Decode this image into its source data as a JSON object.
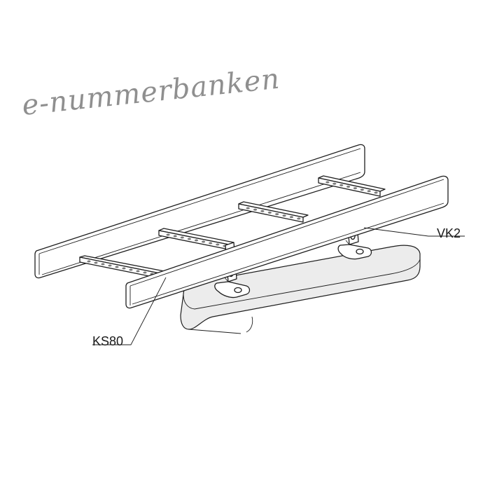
{
  "watermark": {
    "text": "e-nummerbanken"
  },
  "callouts": {
    "vk2": "VK2",
    "ks80": "KS80"
  },
  "colors": {
    "line": "#1e1e1e",
    "watermark": "#8f8f8f",
    "beam_fill": "#ececec"
  }
}
